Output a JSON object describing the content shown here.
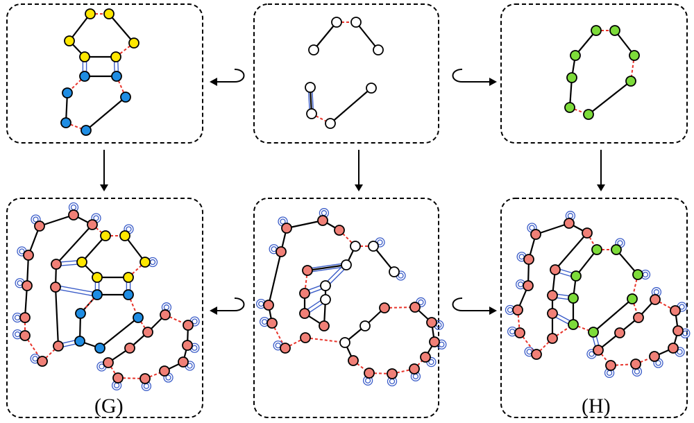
{
  "colors": {
    "panel_border": "#000000",
    "panel_dash": "dashed",
    "arrow": "#000000",
    "solid_edge": "#000000",
    "dashed_edge": "#e8332a",
    "double_bond": "#3a5cc8",
    "loop_mark": "#3a5cc8",
    "node_outline": "#000000",
    "node_yellow": "#ffe700",
    "node_blue": "#1f8de3",
    "node_green": "#7ddb3a",
    "node_red": "#f08077",
    "node_white": "#ffffff"
  },
  "labels": {
    "G": "(G)",
    "H": "(H)"
  },
  "icons": {
    "down_arrow": "down-arrow-icon",
    "hook_arrow_left": "hook-left-arrow-icon",
    "hook_arrow_right": "hook-right-arrow-icon"
  }
}
